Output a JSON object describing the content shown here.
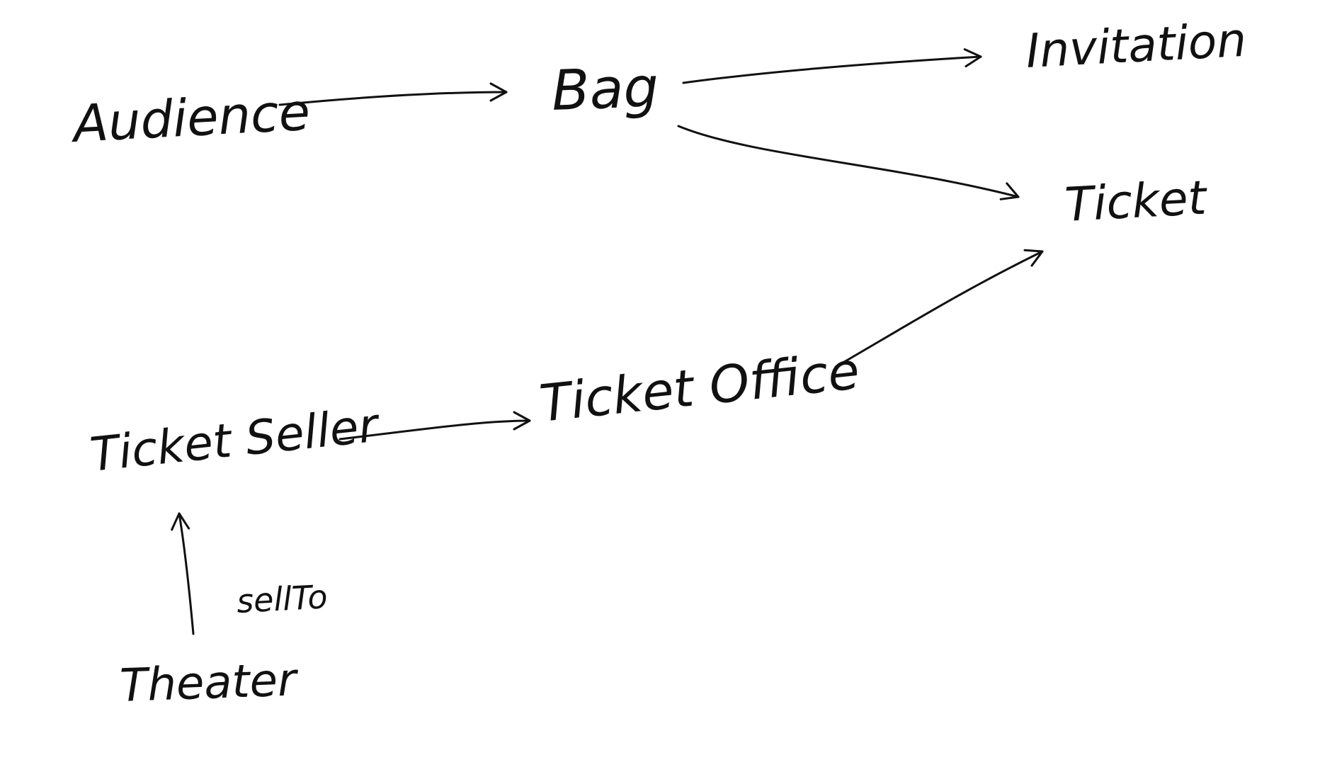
{
  "diagram": {
    "nodes": [
      {
        "id": "audience",
        "label": "Audience"
      },
      {
        "id": "bag",
        "label": "Bag"
      },
      {
        "id": "invitation",
        "label": "Invitation"
      },
      {
        "id": "ticket",
        "label": "Ticket"
      },
      {
        "id": "ticket-seller",
        "label": "Ticket Seller"
      },
      {
        "id": "ticket-office",
        "label": "Ticket Office"
      },
      {
        "id": "theater",
        "label": "Theater"
      }
    ],
    "edges": [
      {
        "from": "audience",
        "to": "bag",
        "label": ""
      },
      {
        "from": "bag",
        "to": "invitation",
        "label": ""
      },
      {
        "from": "bag",
        "to": "ticket",
        "label": ""
      },
      {
        "from": "ticket-seller",
        "to": "ticket-office",
        "label": ""
      },
      {
        "from": "ticket-office",
        "to": "ticket",
        "label": ""
      },
      {
        "from": "theater",
        "to": "ticket-seller",
        "label": "sellTo"
      }
    ],
    "stroke_color": "#111111",
    "background_color": "#ffffff"
  }
}
